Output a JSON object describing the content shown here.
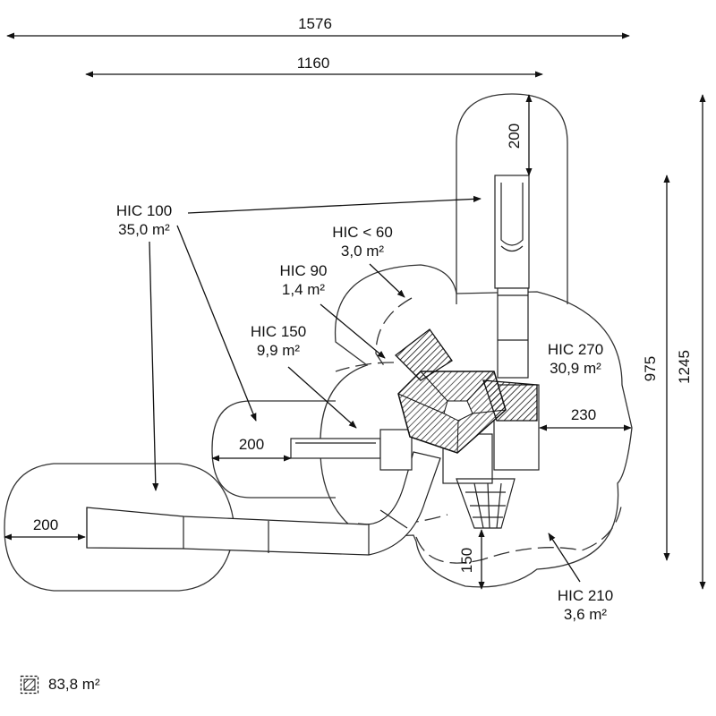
{
  "dimensions": {
    "total_width": "1576",
    "width_1160": "1160",
    "total_height": "1245",
    "height_975": "975",
    "clearance_top": "200",
    "clearance_right": "230",
    "clearance_mid_left": "200",
    "clearance_far_left": "200",
    "clearance_bottom": "150"
  },
  "zones": [
    {
      "hic": "HIC 100",
      "area": "35,0 m²"
    },
    {
      "hic": "HIC < 60",
      "area": "3,0 m²"
    },
    {
      "hic": "HIC 90",
      "area": "1,4 m²"
    },
    {
      "hic": "HIC 150",
      "area": "9,9 m²"
    },
    {
      "hic": "HIC 270",
      "area": "30,9 m²"
    },
    {
      "hic": "HIC 210",
      "area": "3,6 m²"
    }
  ],
  "legend": {
    "icon": "hatched-square-icon",
    "total_area": "83,8 m²"
  }
}
